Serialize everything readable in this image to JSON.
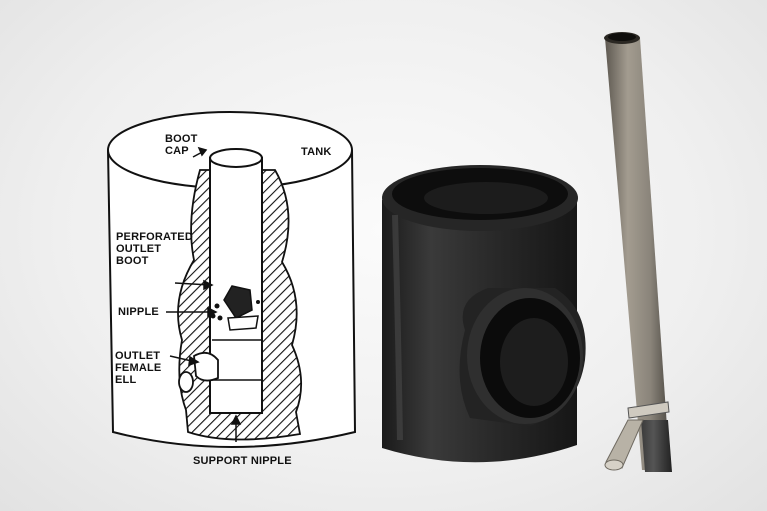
{
  "diagram": {
    "labels": {
      "boot_cap": "BOOT\nCAP",
      "tank": "TANK",
      "perforated_outlet_boot": "PERFORATED\nOUTLET\nBOOT",
      "nipple": "NIPPLE",
      "outlet_female_ell": "OUTLET\nFEMALE\nELL",
      "support_nipple": "SUPPORT NIPPLE"
    }
  },
  "colors": {
    "background": "#efefef",
    "ink": "#111111",
    "tee_body": "#2e2e2e",
    "pipe": "#8a847a"
  }
}
